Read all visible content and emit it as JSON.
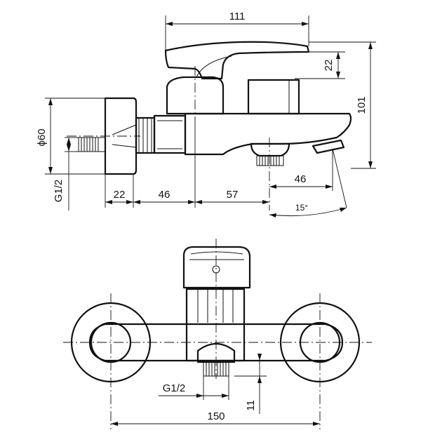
{
  "labels": {
    "dim_111": "111",
    "dim_22_height": "22",
    "dim_101": "101",
    "dim_diameter_60": "ϕ60",
    "dim_g12_side": "G1/2",
    "dim_22": "22",
    "dim_46_left": "46",
    "dim_57": "57",
    "dim_46_spout": "46",
    "dim_angle": "15°",
    "dim_g12_front": "G1/2",
    "dim_11": "11",
    "dim_150": "150"
  }
}
